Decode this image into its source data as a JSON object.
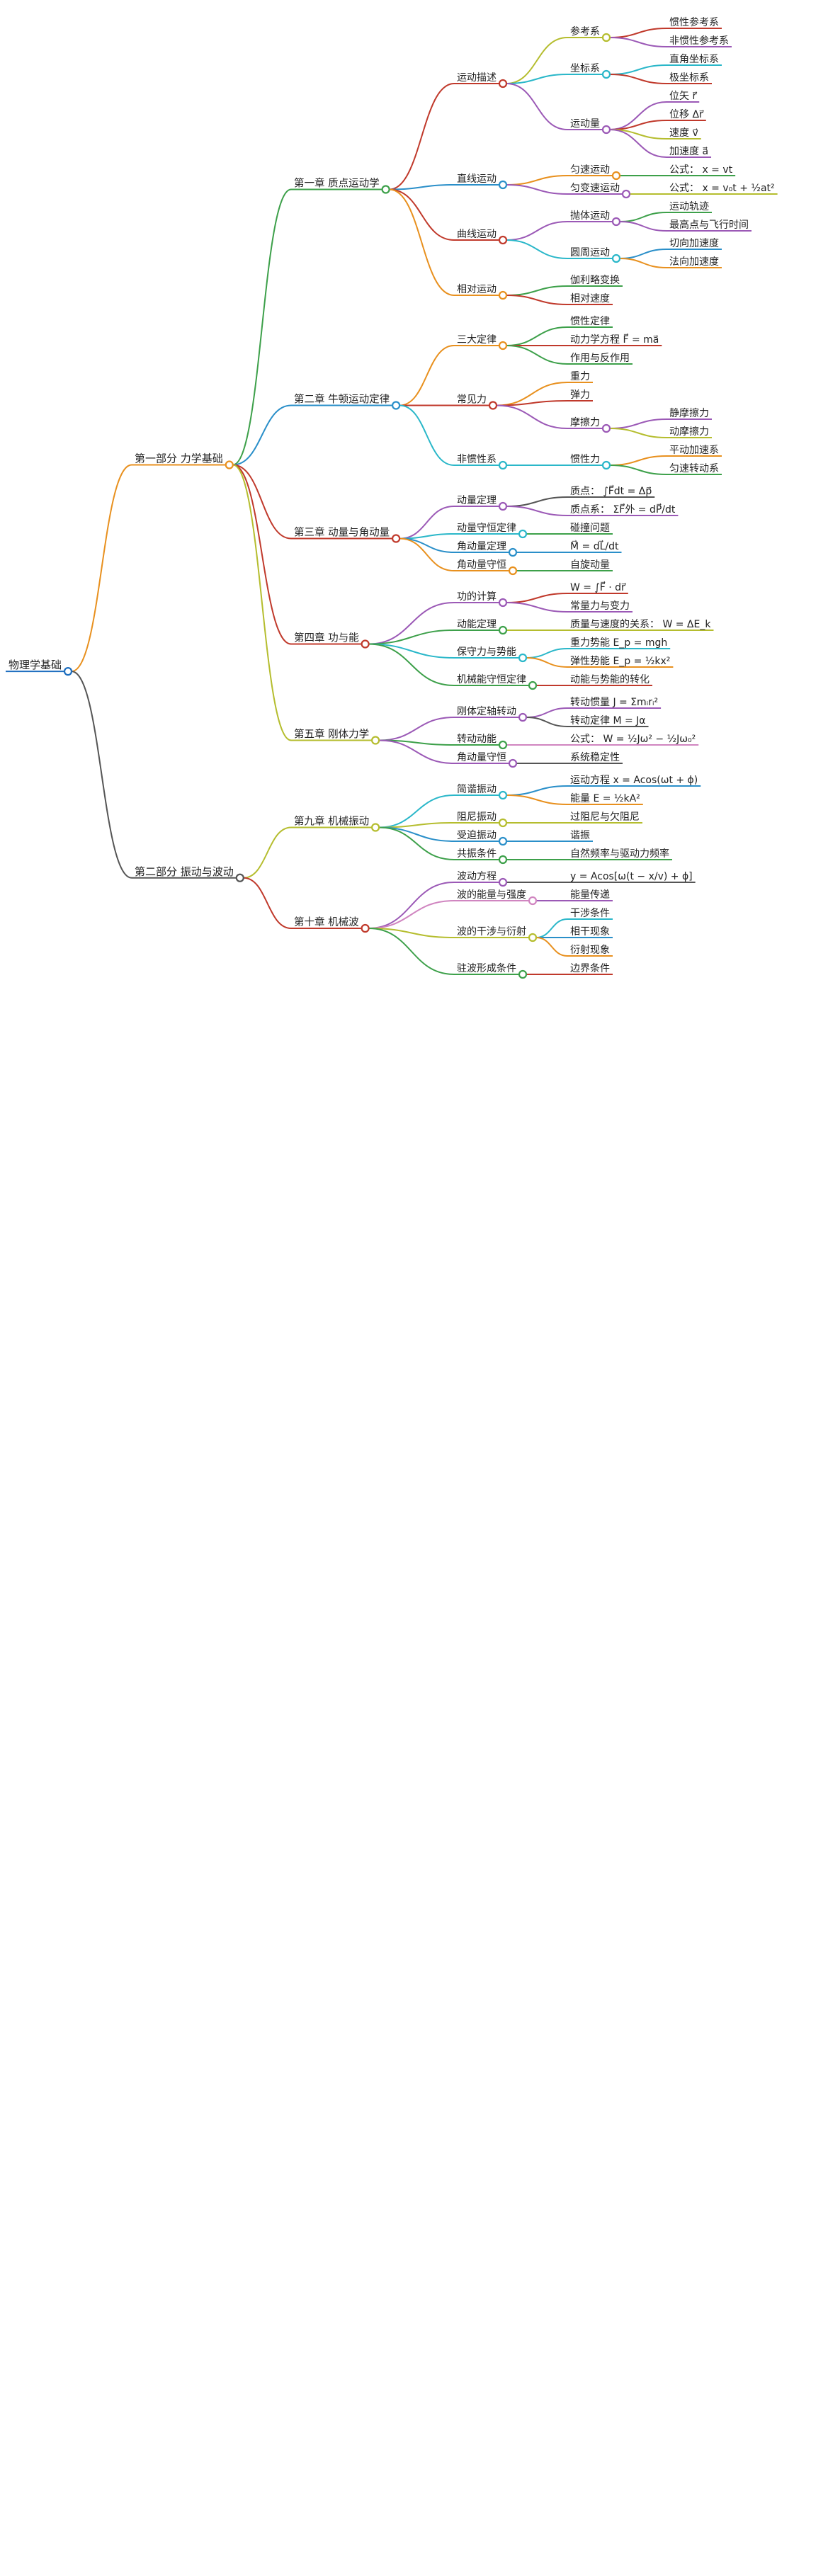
{
  "root": {
    "label": "物理学基础",
    "color": "#1f6fbf",
    "children": [
      {
        "label": "第一部分 力学基础",
        "color": "#e8901e",
        "children": [
          {
            "label": "第一章 质点运动学",
            "color": "#3da04a",
            "children": [
              {
                "label": "运动描述",
                "color": "#c0392b",
                "children": [
                  {
                    "label": "参考系",
                    "color": "#b5bd2e",
                    "children": [
                      {
                        "label": "惯性参考系",
                        "color": "#c0392b"
                      },
                      {
                        "label": "非惯性参考系",
                        "color": "#9b59b6"
                      }
                    ]
                  },
                  {
                    "label": "坐标系",
                    "color": "#2ab7c9",
                    "children": [
                      {
                        "label": "直角坐标系",
                        "color": "#2ab7c9"
                      },
                      {
                        "label": "极坐标系",
                        "color": "#c0392b"
                      }
                    ]
                  },
                  {
                    "label": "运动量",
                    "color": "#9b59b6",
                    "children": [
                      {
                        "label": "位矢 r⃗",
                        "color": "#9b59b6"
                      },
                      {
                        "label": "位移 Δr⃗",
                        "color": "#c0392b"
                      },
                      {
                        "label": "速度 v⃗",
                        "color": "#b5bd2e"
                      },
                      {
                        "label": "加速度 a⃗",
                        "color": "#9b59b6"
                      }
                    ]
                  }
                ]
              },
              {
                "label": "直线运动",
                "color": "#2a8fc9",
                "children": [
                  {
                    "label": "匀速运动",
                    "color": "#e8901e",
                    "children": [
                      {
                        "label": "公式： x = vt",
                        "color": "#3da04a"
                      }
                    ]
                  },
                  {
                    "label": "匀变速运动",
                    "color": "#9b59b6",
                    "children": [
                      {
                        "label": "公式： x = v₀t + ½at²",
                        "color": "#b5bd2e"
                      }
                    ]
                  }
                ]
              },
              {
                "label": "曲线运动",
                "color": "#c0392b",
                "children": [
                  {
                    "label": "抛体运动",
                    "color": "#9b59b6",
                    "children": [
                      {
                        "label": "运动轨迹",
                        "color": "#3da04a"
                      },
                      {
                        "label": "最高点与飞行时间",
                        "color": "#9b59b6"
                      }
                    ]
                  },
                  {
                    "label": "圆周运动",
                    "color": "#2ab7c9",
                    "children": [
                      {
                        "label": "切向加速度",
                        "color": "#2a8fc9"
                      },
                      {
                        "label": "法向加速度",
                        "color": "#e8901e"
                      }
                    ]
                  }
                ]
              },
              {
                "label": "相对运动",
                "color": "#e8901e",
                "children": [
                  {
                    "label": "伽利略变换",
                    "color": "#3da04a"
                  },
                  {
                    "label": "相对速度",
                    "color": "#c0392b"
                  }
                ]
              }
            ]
          },
          {
            "label": "第二章 牛顿运动定律",
            "color": "#2a8fc9",
            "children": [
              {
                "label": "三大定律",
                "color": "#e8901e",
                "children": [
                  {
                    "label": "惯性定律",
                    "color": "#3da04a"
                  },
                  {
                    "label": "动力学方程 F⃗ = ma⃗",
                    "color": "#c0392b"
                  },
                  {
                    "label": "作用与反作用",
                    "color": "#3da04a"
                  }
                ]
              },
              {
                "label": "常见力",
                "color": "#c0392b",
                "children": [
                  {
                    "label": "重力",
                    "color": "#e8901e"
                  },
                  {
                    "label": "弹力",
                    "color": "#c0392b"
                  },
                  {
                    "label": "摩擦力",
                    "color": "#9b59b6",
                    "children": [
                      {
                        "label": "静摩擦力",
                        "color": "#9b59b6"
                      },
                      {
                        "label": "动摩擦力",
                        "color": "#b5bd2e"
                      }
                    ]
                  }
                ]
              },
              {
                "label": "非惯性系",
                "color": "#2ab7c9",
                "children": [
                  {
                    "label": "惯性力",
                    "color": "#2ab7c9",
                    "children": [
                      {
                        "label": "平动加速系",
                        "color": "#e8901e"
                      },
                      {
                        "label": "匀速转动系",
                        "color": "#3da04a"
                      }
                    ]
                  }
                ]
              }
            ]
          },
          {
            "label": "第三章 动量与角动量",
            "color": "#c0392b",
            "children": [
              {
                "label": "动量定理",
                "color": "#9b59b6",
                "children": [
                  {
                    "label": "质点： ∫F⃗dt = Δp⃗",
                    "color": "#555555"
                  },
                  {
                    "label": "质点系： ΣF⃗外 = dP⃗/dt",
                    "color": "#9b59b6"
                  }
                ]
              },
              {
                "label": "动量守恒定律",
                "color": "#2ab7c9",
                "children": [
                  {
                    "label": "碰撞问题",
                    "color": "#3da04a"
                  }
                ]
              },
              {
                "label": "角动量定理",
                "color": "#2a8fc9",
                "children": [
                  {
                    "label": "M⃗ = dL⃗/dt",
                    "color": "#2a8fc9"
                  }
                ]
              },
              {
                "label": "角动量守恒",
                "color": "#e8901e",
                "children": [
                  {
                    "label": "自旋动量",
                    "color": "#3da04a"
                  }
                ]
              }
            ]
          },
          {
            "label": "第四章 功与能",
            "color": "#c0392b",
            "children": [
              {
                "label": "功的计算",
                "color": "#9b59b6",
                "children": [
                  {
                    "label": "W = ∫F⃗ · dr⃗",
                    "color": "#c0392b"
                  },
                  {
                    "label": "常量力与变力",
                    "color": "#9b59b6"
                  }
                ]
              },
              {
                "label": "动能定理",
                "color": "#3da04a",
                "children": [
                  {
                    "label": "质量与速度的关系： W = ΔE_k",
                    "color": "#b5bd2e"
                  }
                ]
              },
              {
                "label": "保守力与势能",
                "color": "#2ab7c9",
                "children": [
                  {
                    "label": "重力势能 E_p = mgh",
                    "color": "#2ab7c9"
                  },
                  {
                    "label": "弹性势能 E_p = ½kx²",
                    "color": "#e8901e"
                  }
                ]
              },
              {
                "label": "机械能守恒定律",
                "color": "#3da04a",
                "children": [
                  {
                    "label": "动能与势能的转化",
                    "color": "#c0392b"
                  }
                ]
              }
            ]
          },
          {
            "label": "第五章 刚体力学",
            "color": "#b5bd2e",
            "children": [
              {
                "label": "刚体定轴转动",
                "color": "#9b59b6",
                "children": [
                  {
                    "label": "转动惯量 J = Σmᵢrᵢ²",
                    "color": "#9b59b6"
                  },
                  {
                    "label": "转动定律 M = Jα",
                    "color": "#555555"
                  }
                ]
              },
              {
                "label": "转动动能",
                "color": "#3da04a",
                "children": [
                  {
                    "label": "公式： W = ½Jω² − ½Jω₀²",
                    "color": "#d085c0"
                  }
                ]
              },
              {
                "label": "角动量守恒",
                "color": "#9b59b6",
                "children": [
                  {
                    "label": "系统稳定性",
                    "color": "#555555"
                  }
                ]
              }
            ]
          }
        ]
      },
      {
        "label": "第二部分 振动与波动",
        "color": "#555555",
        "children": [
          {
            "label": "第九章 机械振动",
            "color": "#b5bd2e",
            "children": [
              {
                "label": "简谐振动",
                "color": "#2ab7c9",
                "children": [
                  {
                    "label": "运动方程 x = Acos(ωt + ϕ)",
                    "color": "#2a8fc9"
                  },
                  {
                    "label": "能量 E = ½kA²",
                    "color": "#e8901e"
                  }
                ]
              },
              {
                "label": "阻尼振动",
                "color": "#b5bd2e",
                "children": [
                  {
                    "label": "过阻尼与欠阻尼",
                    "color": "#b5bd2e"
                  }
                ]
              },
              {
                "label": "受迫振动",
                "color": "#2a8fc9",
                "children": [
                  {
                    "label": "谐振",
                    "color": "#2a8fc9"
                  }
                ]
              },
              {
                "label": "共振条件",
                "color": "#3da04a",
                "children": [
                  {
                    "label": "自然频率与驱动力频率",
                    "color": "#3da04a"
                  }
                ]
              }
            ]
          },
          {
            "label": "第十章 机械波",
            "color": "#c0392b",
            "children": [
              {
                "label": "波动方程",
                "color": "#9b59b6",
                "children": [
                  {
                    "label": "y = Acos[ω(t − x/v) + ϕ]",
                    "color": "#555555"
                  }
                ]
              },
              {
                "label": "波的能量与强度",
                "color": "#d085c0",
                "children": [
                  {
                    "label": "能量传递",
                    "color": "#9b59b6"
                  }
                ]
              },
              {
                "label": "波的干涉与衍射",
                "color": "#b5bd2e",
                "children": [
                  {
                    "label": "干涉条件",
                    "color": "#2ab7c9"
                  },
                  {
                    "label": "相干现象",
                    "color": "#2a8fc9"
                  },
                  {
                    "label": "衍射现象",
                    "color": "#e8901e"
                  }
                ]
              },
              {
                "label": "驻波形成条件",
                "color": "#3da04a",
                "children": [
                  {
                    "label": "边界条件",
                    "color": "#c0392b"
                  }
                ]
              }
            ]
          }
        ]
      }
    ]
  }
}
